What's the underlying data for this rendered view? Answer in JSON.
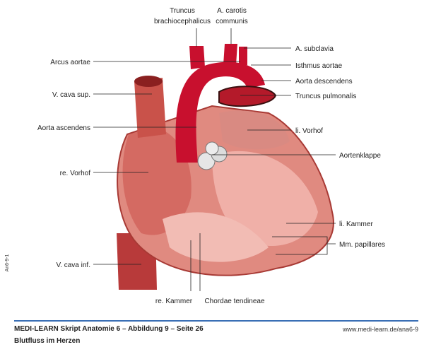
{
  "labels": {
    "truncus_brachio_1": "Truncus",
    "truncus_brachio_2": "brachiocephalicus",
    "carotis_1": "A. carotis",
    "carotis_2": "communis",
    "subclavia": "A. subclavia",
    "arcus": "Arcus aortae",
    "isthmus": "Isthmus aortae",
    "aorta_desc": "Aorta descendens",
    "vcava_sup": "V. cava sup.",
    "truncus_pulm": "Truncus pulmonalis",
    "aorta_asc": "Aorta ascendens",
    "li_vorhof": "li. Vorhof",
    "aortenklappe": "Aortenklappe",
    "re_vorhof": "re. Vorhof",
    "li_kammer": "li. Kammer",
    "mm_papillares": "Mm. papillares",
    "vcava_inf": "V. cava inf.",
    "re_kammer": "re. Kammer",
    "chordae": "Chordae tendineae"
  },
  "side_code": "An6-9-1",
  "footer": {
    "title": "MEDI-LEARN Skript Anatomie 6 – Abbildung 9 – Seite 26",
    "url": "www.medi-learn.de/ana6-9",
    "subtitle": "Blutfluss im Herzen"
  },
  "colors": {
    "accent": "#3a6fb5",
    "aorta": "#c8102e",
    "muscle": "#d9776f"
  }
}
